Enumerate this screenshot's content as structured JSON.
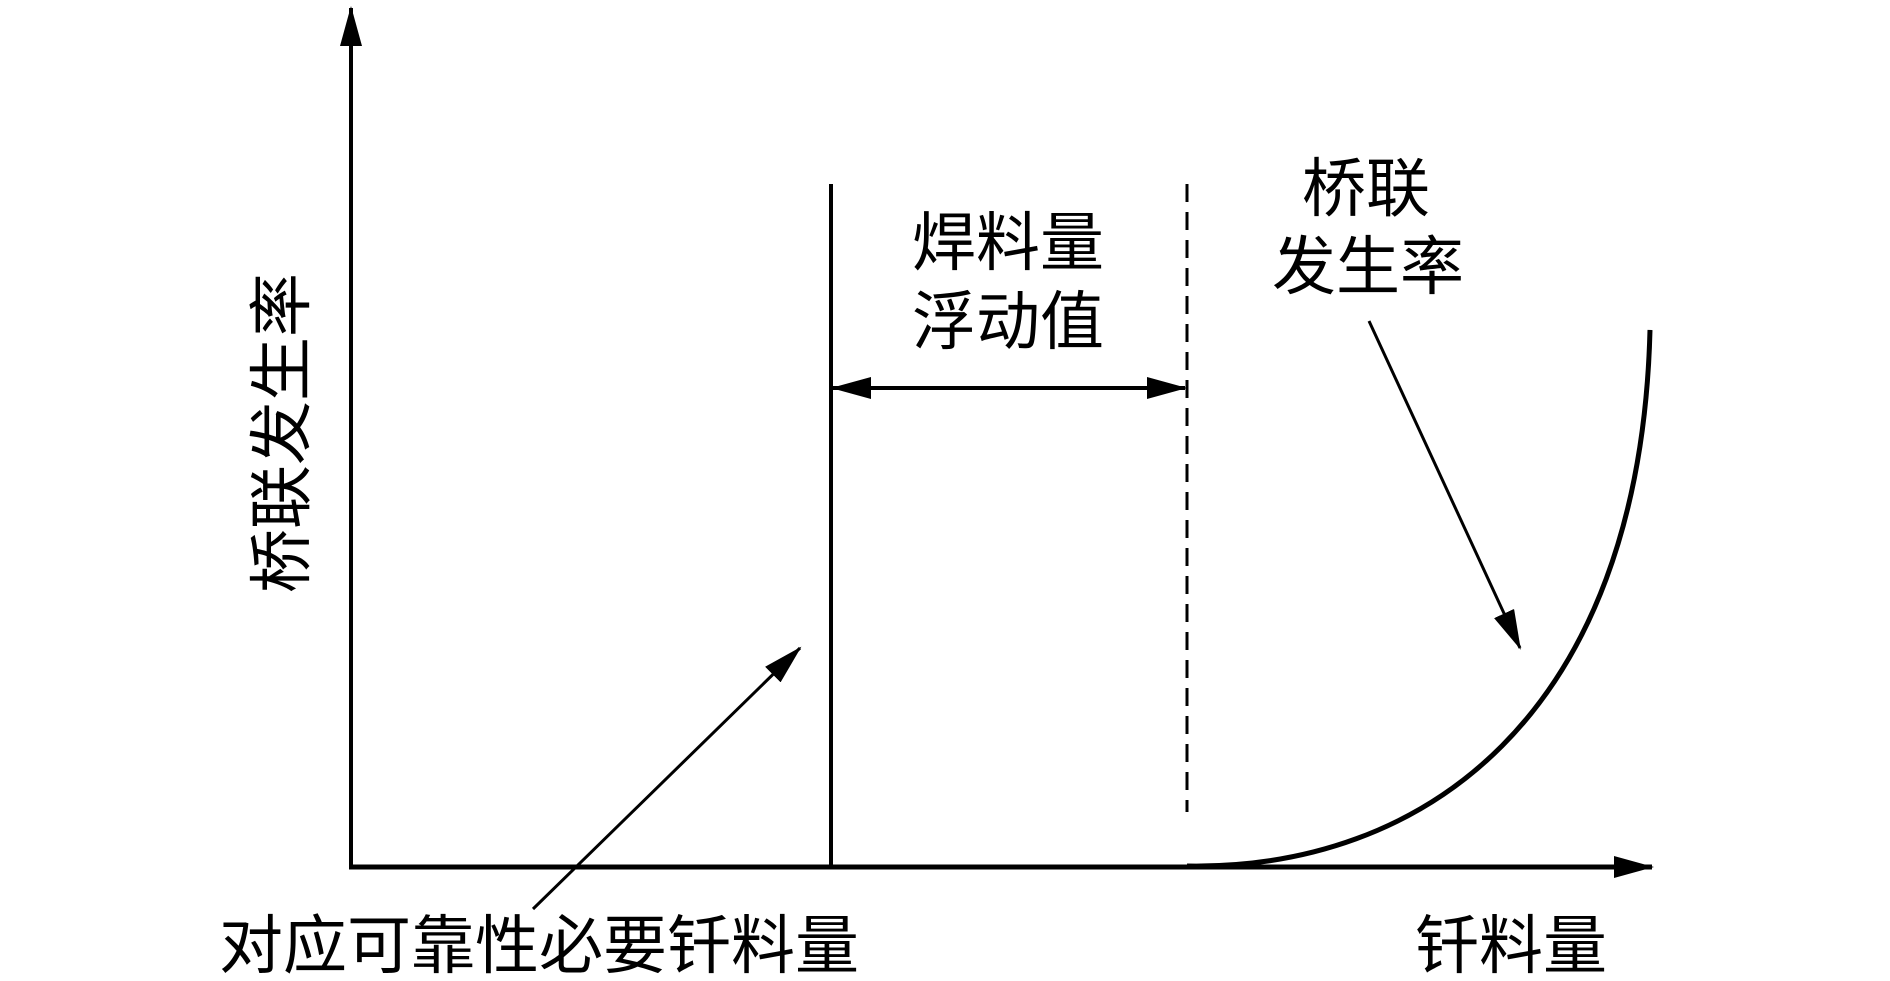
{
  "diagram": {
    "y_axis_label": "桥联发生率",
    "x_axis_label": "钎料量",
    "fluctuation_label_line1": "焊料量",
    "fluctuation_label_line2": "浮动值",
    "curve_label_line1": "桥联",
    "curve_label_line2": "发生率",
    "required_amount_label": "对应可靠性必要钎料量",
    "line_color": "#000000"
  }
}
